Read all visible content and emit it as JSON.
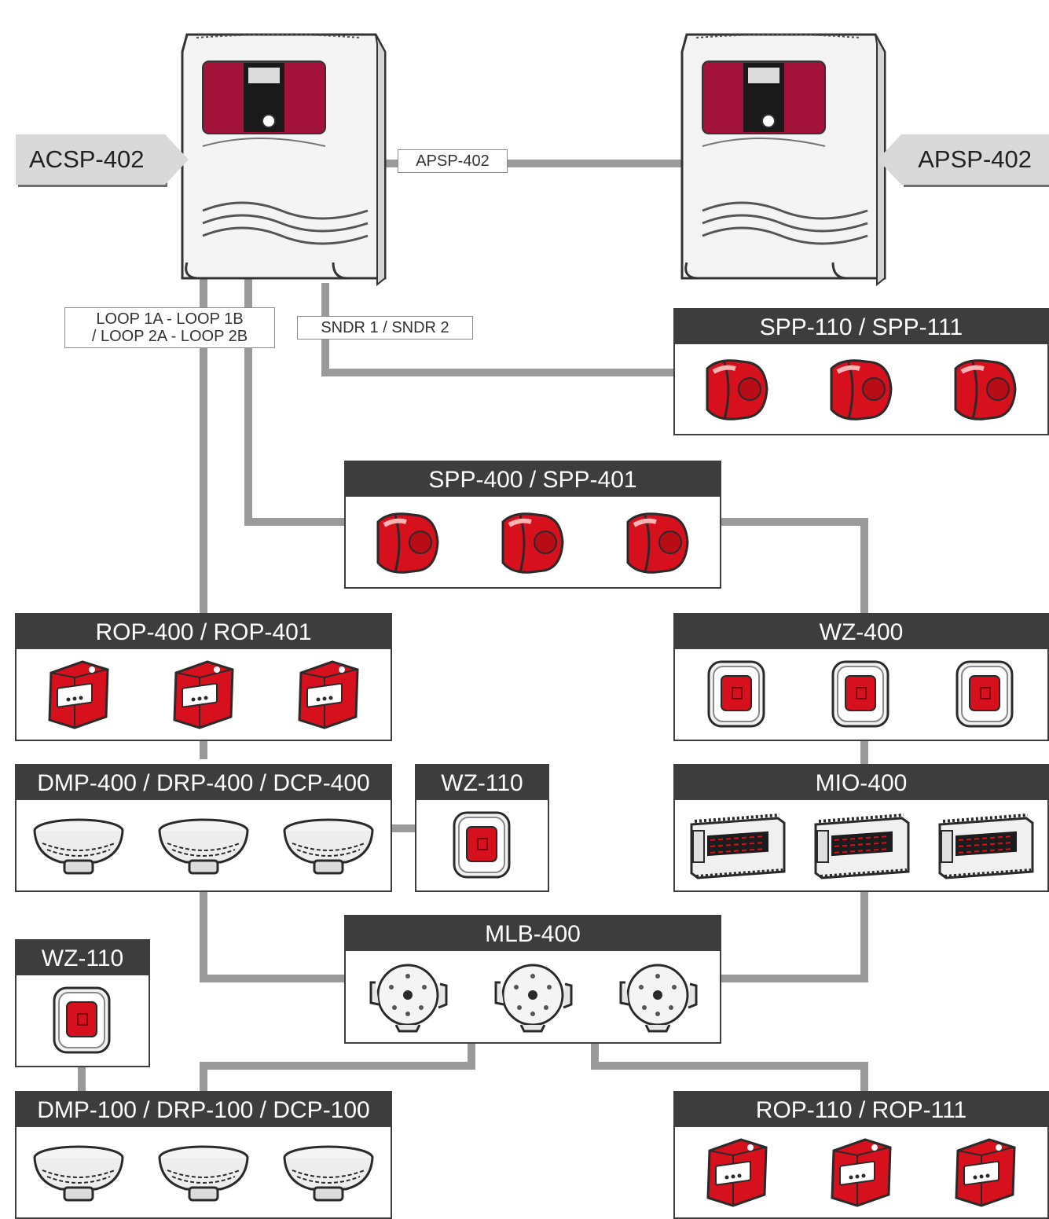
{
  "panels": {
    "main_label": "ACSP-402",
    "remote_label": "APSP-402"
  },
  "wire_labels": {
    "panel_link": "APSP-402",
    "loops": "LOOP 1A - LOOP 1B\n/ LOOP 2A - LOOP 2B",
    "sounders": "SNDR 1 / SNDR 2"
  },
  "groups": {
    "spp110": {
      "title": "SPP-110 / SPP-111",
      "icon": "sounder-icon"
    },
    "spp400": {
      "title": "SPP-400 / SPP-401",
      "icon": "sounder-icon"
    },
    "rop400": {
      "title": "ROP-400 / ROP-401",
      "icon": "call-point-icon"
    },
    "wz400": {
      "title": "WZ-400",
      "icon": "indicator-icon"
    },
    "dmp400": {
      "title": "DMP-400 / DRP-400 / DCP-400",
      "icon": "smoke-detector-icon"
    },
    "wz110a": {
      "title": "WZ-110",
      "icon": "indicator-icon"
    },
    "mio400": {
      "title": "MIO-400",
      "icon": "io-module-icon"
    },
    "mlb400": {
      "title": "MLB-400",
      "icon": "detector-base-icon"
    },
    "wz110b": {
      "title": "WZ-110",
      "icon": "indicator-icon"
    },
    "dmp100": {
      "title": "DMP-100 / DRP-100 / DCP-100",
      "icon": "smoke-detector-icon"
    },
    "rop110": {
      "title": "ROP-110 / ROP-111",
      "icon": "call-point-icon"
    }
  },
  "colors": {
    "device_red": "#d6101c",
    "panel_crimson": "#a3123a",
    "wire_gray": "#9a9a9a",
    "header_dark": "#3d3d3d"
  }
}
